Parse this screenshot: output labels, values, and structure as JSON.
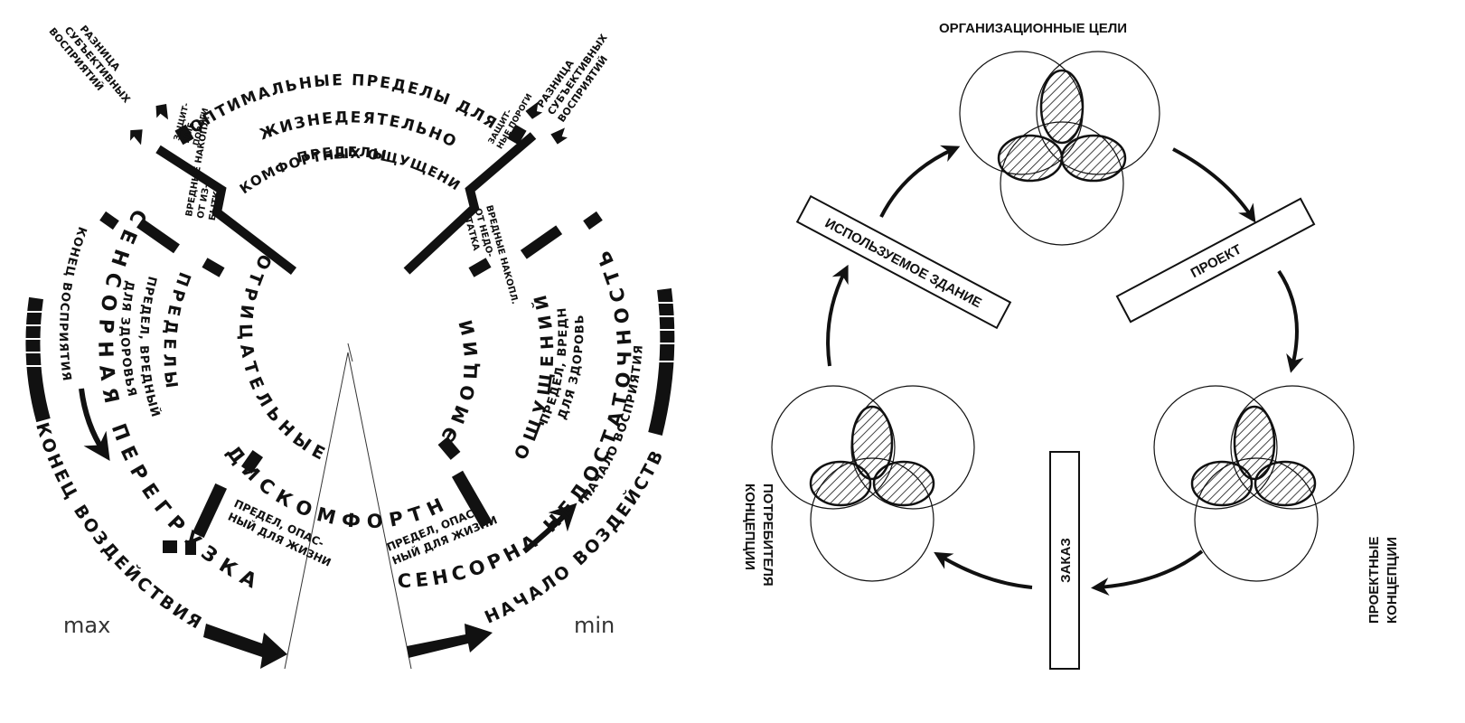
{
  "left_diagram": {
    "arcs": {
      "optimal": "ОПТИМАЛЬНЫЕ ПРЕДЕЛЫ ДЛЯ",
      "optimal2": "ЖИЗНЕДЕЯТЕЛЬНОСТИ",
      "comfort1": "ПРЕДЕЛЫ",
      "comfort2": "КОМФОРТНЫХ ОЩУЩЕНИЙ",
      "negative": "ОТРИЦАТЕЛЬНЫЕ",
      "discomfort": "ДИСКОМФОРТНЫ",
      "emotions": "ЭМОЦИИ",
      "overload": "СЕНСОРНАЯ ПЕРЕГРУЗКА",
      "deficit_a": "СЕНСОРНАЯ",
      "deficit_b": "НЕДОСТАТОЧНОСТЬ",
      "feelings": "ОЩУЩЕНИЙ",
      "health_left": "ПРЕДЕЛЫ",
      "health_left2": "ПРЕДЕЛ, ВРЕДНЫЙ",
      "health_left3": "ДЛЯ ЗДОРОВЬЯ",
      "health_right": "ПРЕДЕЛ, ВРЕДНЫЙ",
      "health_right2": "ДЛЯ ЗДОРОВЬЯ",
      "end_perception": "КОНЕЦ ВОСПРИЯТИЯ",
      "start_perception": "НАЧАЛО ВОСПРИЯТИЯ",
      "end_impact": "КОНЕЦ ВОЗДЕЙСТВИЯ",
      "start_impact": "НАЧАЛО ВОЗДЕЙСТВИЯ",
      "life_danger_left": "ПРЕДЕЛ, ОПАС-",
      "life_danger_left2": "НЫЙ ДЛЯ ЖИЗНИ",
      "life_danger_right": "ПРЕДЕЛ, ОПАС-",
      "life_danger_right2": "НЫЙ ДЛЯ ЖИЗНИ",
      "harmful_excess": "ВРЕДНЫЕ НАКОПЛ.",
      "harmful_excess2": "ОТ ИЗ-",
      "harmful_excess3": "БЫТКА",
      "harmful_lack": "ВРЕДНЫЕ НАКОПЛ.",
      "harmful_lack2": "ОТ НЕДО-",
      "harmful_lack3": "СТАТКА",
      "protect_left": "ЗАЩИТ-",
      "protect_left2": "НЫЕ",
      "protect_left3": "ПОРОГИ",
      "protect_right": "ЗАЩИТ-",
      "protect_right2": "НЫЕ ПОРОГИ",
      "diff_left": "РАЗНИЦА",
      "diff_left2": "СУБЪЕКТИВНЫХ",
      "diff_left3": "ВОСПРИЯТИЙ",
      "diff_right": "РАЗНИЦА",
      "diff_right2": "СУБЪЕКТИВНЫХ",
      "diff_right3": "ВОСПРИЯТИЙ"
    },
    "max_label": "max",
    "min_label": "min"
  },
  "right_diagram": {
    "top_title": "ОРГАНИЗАЦИОННЫЕ ЦЕЛИ",
    "box_used_building": "ИСПОЛЬЗУЕМОЕ ЗДАНИЕ",
    "box_project": "ПРОЕКТ",
    "box_order": "ЗАКАЗ",
    "consumer_concepts_1": "КОНЦЕПЦИИ",
    "consumer_concepts_2": "ПОТРЕБИТЕЛЯ",
    "project_concepts_1": "ПРОЕКТНЫЕ",
    "project_concepts_2": "КОНЦЕПЦИИ"
  }
}
